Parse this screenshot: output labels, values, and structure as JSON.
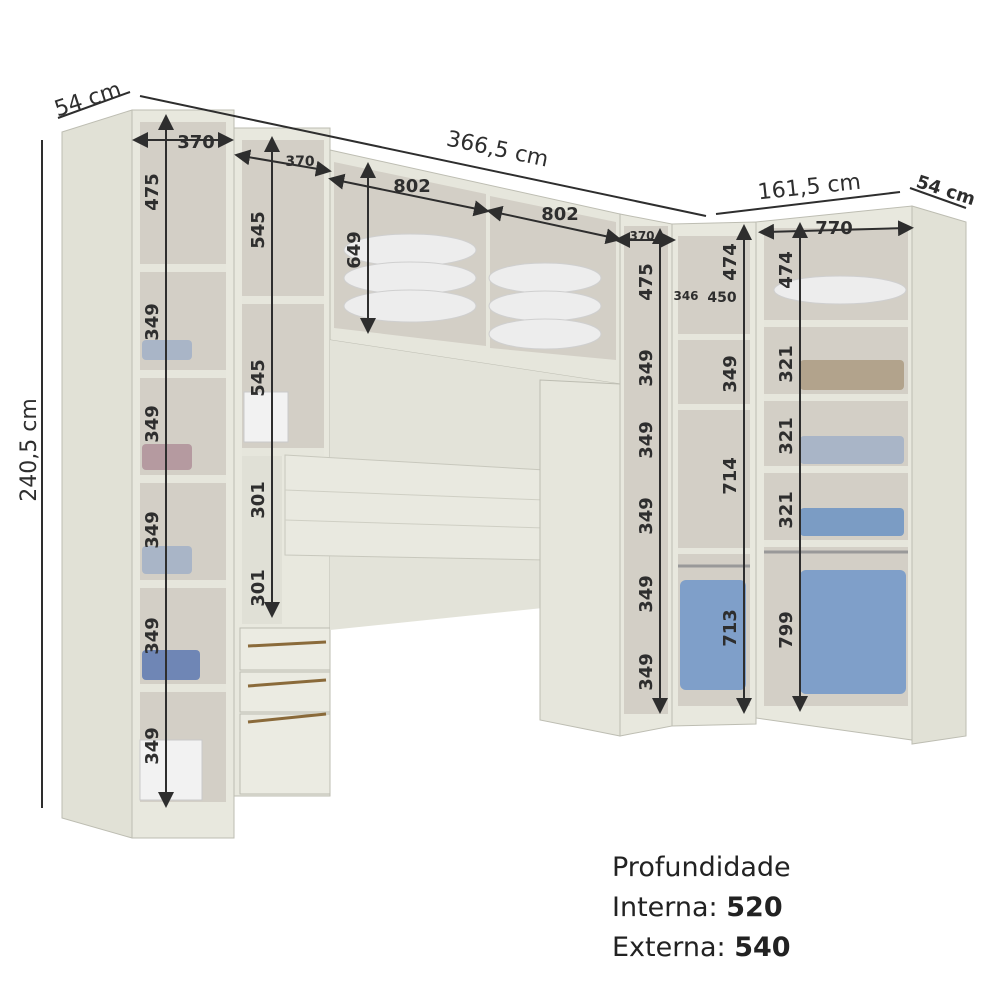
{
  "overall": {
    "width": "366,5 cm",
    "height": "240,5 cm",
    "depth_left": "54 cm",
    "depth_right": "54 cm",
    "corner_width": "161,5 cm"
  },
  "labels": {
    "col1_width": "370",
    "col2_width": "370",
    "bridge_width_a": "802",
    "bridge_width_b": "802",
    "col4_width": "370",
    "corner_a": "346",
    "corner_b": "450",
    "col6_width": "770",
    "col1_h1": "475",
    "col1_h2": "349",
    "col1_h3": "349",
    "col1_h4": "349",
    "col1_h5": "349",
    "col1_h6": "349",
    "col2_h1": "545",
    "col2_h2": "545",
    "col2_h3": "301",
    "col2_h4": "301",
    "bridge_h": "649",
    "col4_h1": "475",
    "col4_h2": "349",
    "col4_h3": "349",
    "col4_h4": "349",
    "col4_h5": "349",
    "col4_h6": "349",
    "corner_h1": "474",
    "corner_h2": "349",
    "corner_h3": "714",
    "corner_h4": "713",
    "col6_h1": "474",
    "col6_h2": "321",
    "col6_h3": "321",
    "col6_h4": "321",
    "col6_h5": "799"
  },
  "depth": {
    "title": "Profundidade",
    "internal_label": "Interna:",
    "internal_value": "520",
    "external_label": "Externa:",
    "external_value": "540"
  },
  "colors": {
    "carcass": "#e6e6dc",
    "interior": "#cfcbc2",
    "line": "#2e2e2e",
    "handle": "#8a6a3a"
  }
}
